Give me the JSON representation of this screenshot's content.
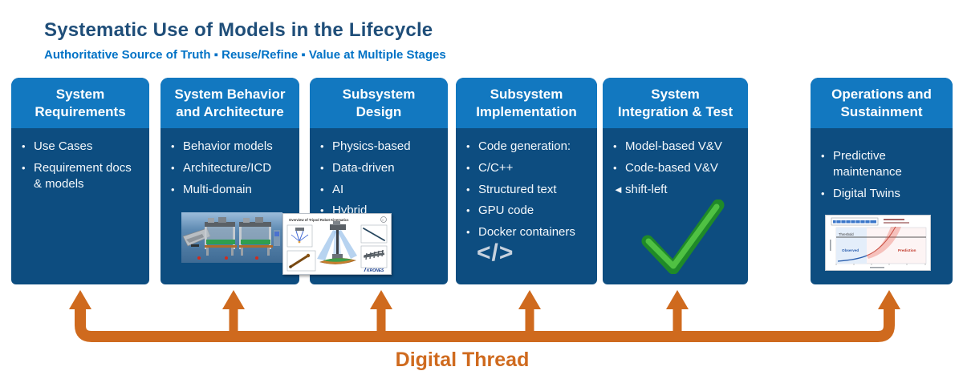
{
  "slide": {
    "title": "Systematic Use of Models in the Lifecycle",
    "subtitle": "Authoritative Source of Truth ▪ Reuse/Refine ▪ Value at Multiple Stages",
    "thread_label": "Digital Thread"
  },
  "colors": {
    "title_text": "#1F4E79",
    "subtitle_text": "#0072C6",
    "stage_header_bg": "#1278C0",
    "stage_body_bg": "#0D4D80",
    "thread_orange": "#CF6A1E",
    "check_green": "#2F9E33",
    "code_icon_color": "#C7D2DE"
  },
  "columns": [
    {
      "id": "stage-system-requirements",
      "title": "System\nRequirements",
      "items": [
        {
          "marker": "•",
          "text": "Use Cases"
        },
        {
          "marker": "•",
          "text": "Requirement docs\n& models"
        }
      ]
    },
    {
      "id": "stage-system-behavior-architecture",
      "title": "System Behavior\nand Architecture",
      "items": [
        {
          "marker": "•",
          "text": "Behavior models"
        },
        {
          "marker": "•",
          "text": "Architecture/ICD"
        },
        {
          "marker": "•",
          "text": "Multi-domain"
        }
      ]
    },
    {
      "id": "stage-subsystem-design",
      "title": "Subsystem\nDesign",
      "items": [
        {
          "marker": "•",
          "text": "Physics-based"
        },
        {
          "marker": "•",
          "text": "Data-driven"
        },
        {
          "marker": "•",
          "text": "AI"
        },
        {
          "marker": "•",
          "text": "Hybrid"
        }
      ]
    },
    {
      "id": "stage-subsystem-implementation",
      "title": "Subsystem\nImplementation",
      "items": [
        {
          "marker": "•",
          "text": "Code generation:"
        },
        {
          "marker": "•",
          "text": "C/C++"
        },
        {
          "marker": "•",
          "text": "Structured text"
        },
        {
          "marker": "•",
          "text": "GPU code"
        },
        {
          "marker": "•",
          "text": "Docker containers"
        }
      ]
    },
    {
      "id": "stage-system-integration-test",
      "title": "System\nIntegration & Test",
      "items": [
        {
          "marker": "•",
          "text": "Model-based V&V"
        },
        {
          "marker": "•",
          "text": "Code-based V&V"
        },
        {
          "marker": "◄",
          "text": "shift-left"
        }
      ]
    },
    {
      "id": "stage-operations-sustainment",
      "title": "Operations and\nSustainment",
      "items": [
        {
          "marker": "•",
          "text": "Predictive\nmaintenance"
        },
        {
          "marker": "•",
          "text": "Digital Twins"
        }
      ]
    }
  ],
  "media": {
    "code_icon": "</>",
    "tripod_title": "Overview of Tripod Robot Kinematics",
    "tripod_logo": "KRONES",
    "chart_labels": {
      "threshold": "Threshold",
      "observed": "Observed",
      "prediction": "Prediction"
    }
  }
}
